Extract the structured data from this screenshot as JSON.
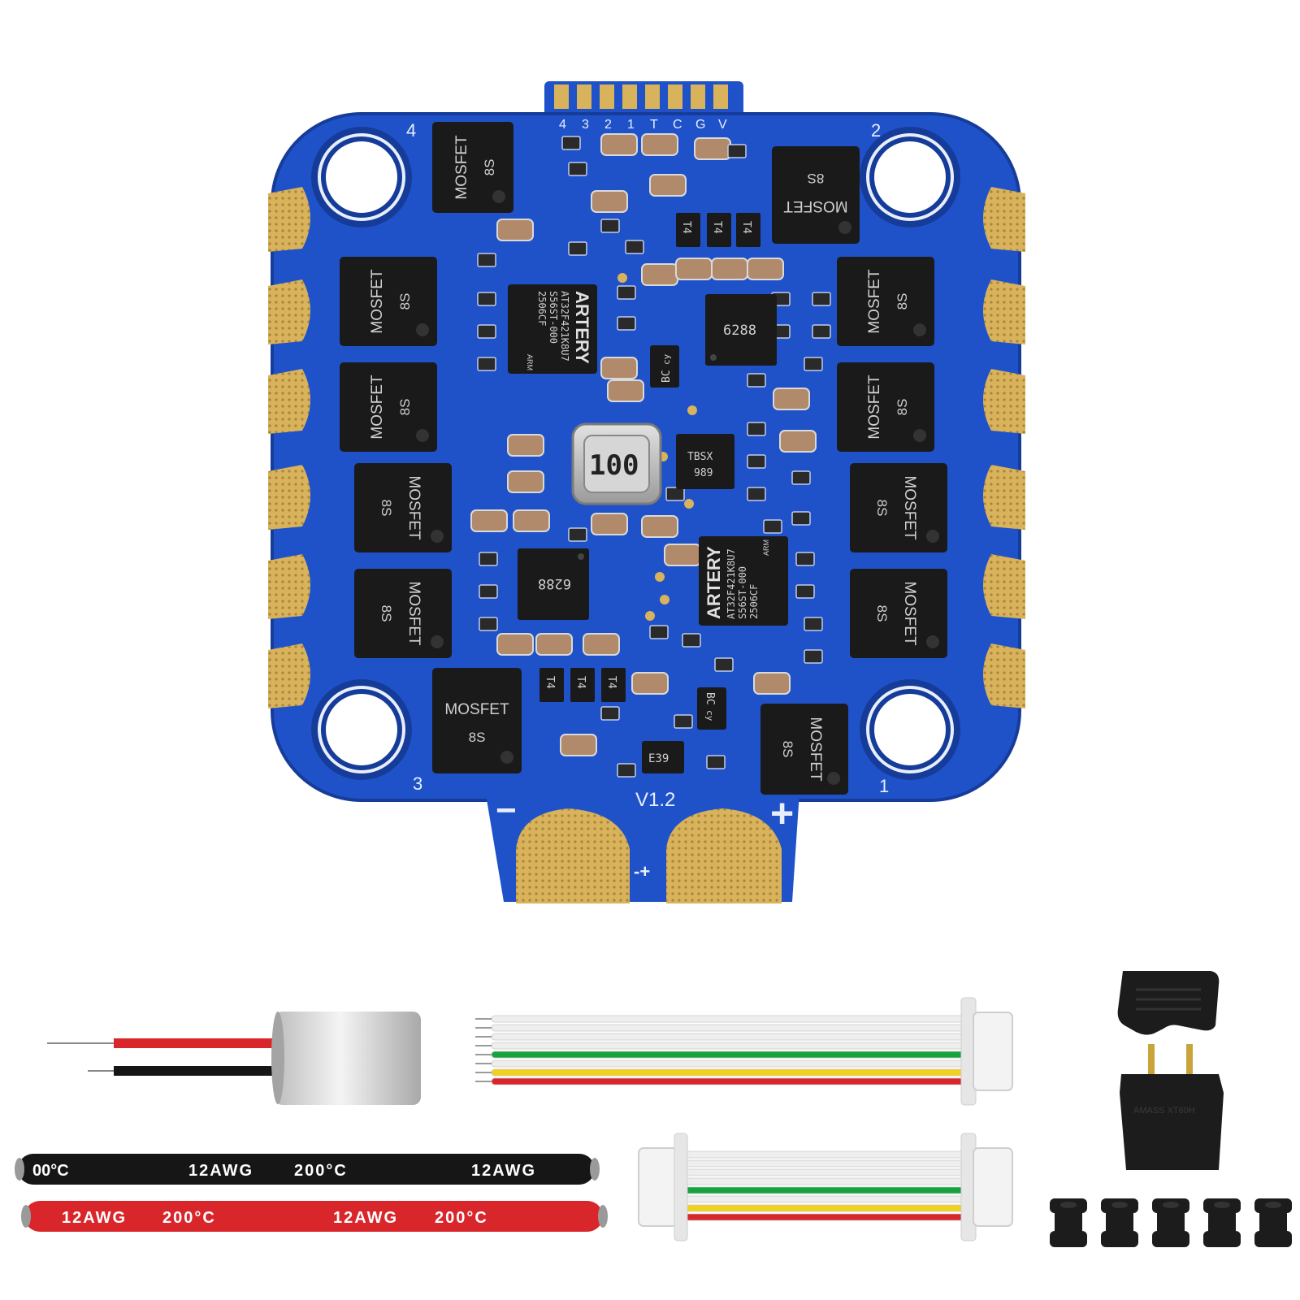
{
  "colors": {
    "pcb_blue": "#1f52c9",
    "pcb_edge": "#163c9a",
    "pad_gold": "#d9b25c",
    "chip_black": "#1a1a1a",
    "silk_white": "#e8eefc",
    "capacitor_tan": "#b08a6a",
    "inductor_grey": "#c8c8c8",
    "wire_red": "#d8262b",
    "wire_black": "#161616",
    "wire_green": "#17a33c",
    "wire_yellow": "#f0d21c",
    "wire_white": "#eeeeee",
    "connector_white": "#f3f3f3"
  },
  "board": {
    "corner_numbers": [
      "4",
      "2",
      "3",
      "1"
    ],
    "header_pins": [
      "4",
      "3",
      "2",
      "1",
      "T",
      "C",
      "G",
      "V"
    ],
    "mosfet_label": "MOSFET",
    "mosfet_rating": "8S",
    "mcu": {
      "brand": "ARTERY",
      "line1": "AT32F421K8U7",
      "line2": "S56ST-000",
      "line3": "2506CF",
      "core": "ARM"
    },
    "driver_ic": "6288",
    "inductor": "100",
    "regulator_line1": "TBSX",
    "regulator_line2": "989",
    "small_part_t4": "T4",
    "small_part_bc": "BC",
    "small_part_cy": "cy",
    "small_part_e39": "E39",
    "version": "V1.2",
    "minus_sign": "−",
    "plus_sign": "+",
    "pad_polarity": "-+"
  },
  "accessories": {
    "cable_label": "12AWG",
    "temp_rating": "200°C",
    "black_wire_text": "00°C",
    "connector_brand": "AMASS XT60H",
    "damper_count": 5
  }
}
